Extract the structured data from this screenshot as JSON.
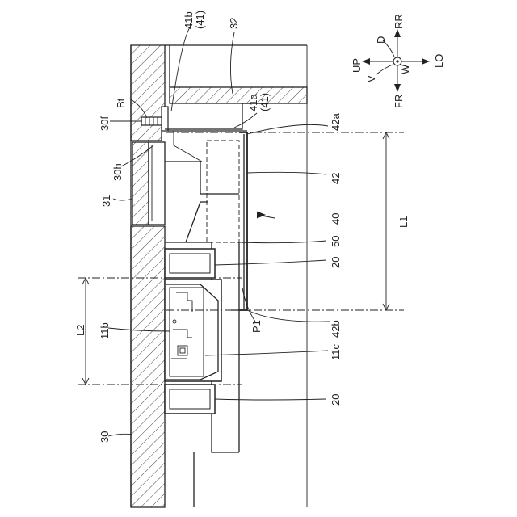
{
  "labels": {
    "l41b": "41b",
    "l41b_sub": "(41)",
    "l32": "32",
    "lBt": "Bt",
    "l30f": "30f",
    "l41a": "41a",
    "l41a_sub": "(41)",
    "l42a": "42a",
    "l30h": "30h",
    "l42": "42",
    "l31": "31",
    "l40": "40",
    "l50": "50",
    "l20a": "20",
    "lL1": "L1",
    "lL2": "L2",
    "lP1": "P1",
    "l42b": "42b",
    "l11b": "11b",
    "l11c": "11c",
    "l20b": "20",
    "l30": "30"
  },
  "compass": {
    "D": "D",
    "RR": "RR",
    "UP": "UP",
    "LO": "LO",
    "V": "V",
    "W": "W",
    "FR": "FR"
  }
}
